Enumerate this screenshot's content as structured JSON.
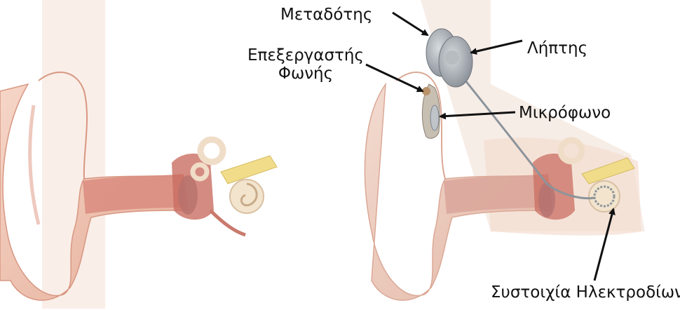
{
  "labels": {
    "transmitter": "Μεταδότης",
    "processor_line1": "Επεξεργαστής",
    "processor_line2": "Φωνής",
    "receiver": "Λήπτης",
    "microphone": "Μικρόφωνο",
    "electrode_array": "Συστοιχία Ηλεκτροδίων"
  },
  "colors": {
    "skin": "#efc3b3",
    "skin_dark": "#d99a86",
    "canal": "#c97a6d",
    "bone": "#f2e4cd",
    "nerve": "#f1dc8a",
    "eardrum": "#6f7f9a",
    "device": "#9ea4aa",
    "arrow": "#111111"
  }
}
